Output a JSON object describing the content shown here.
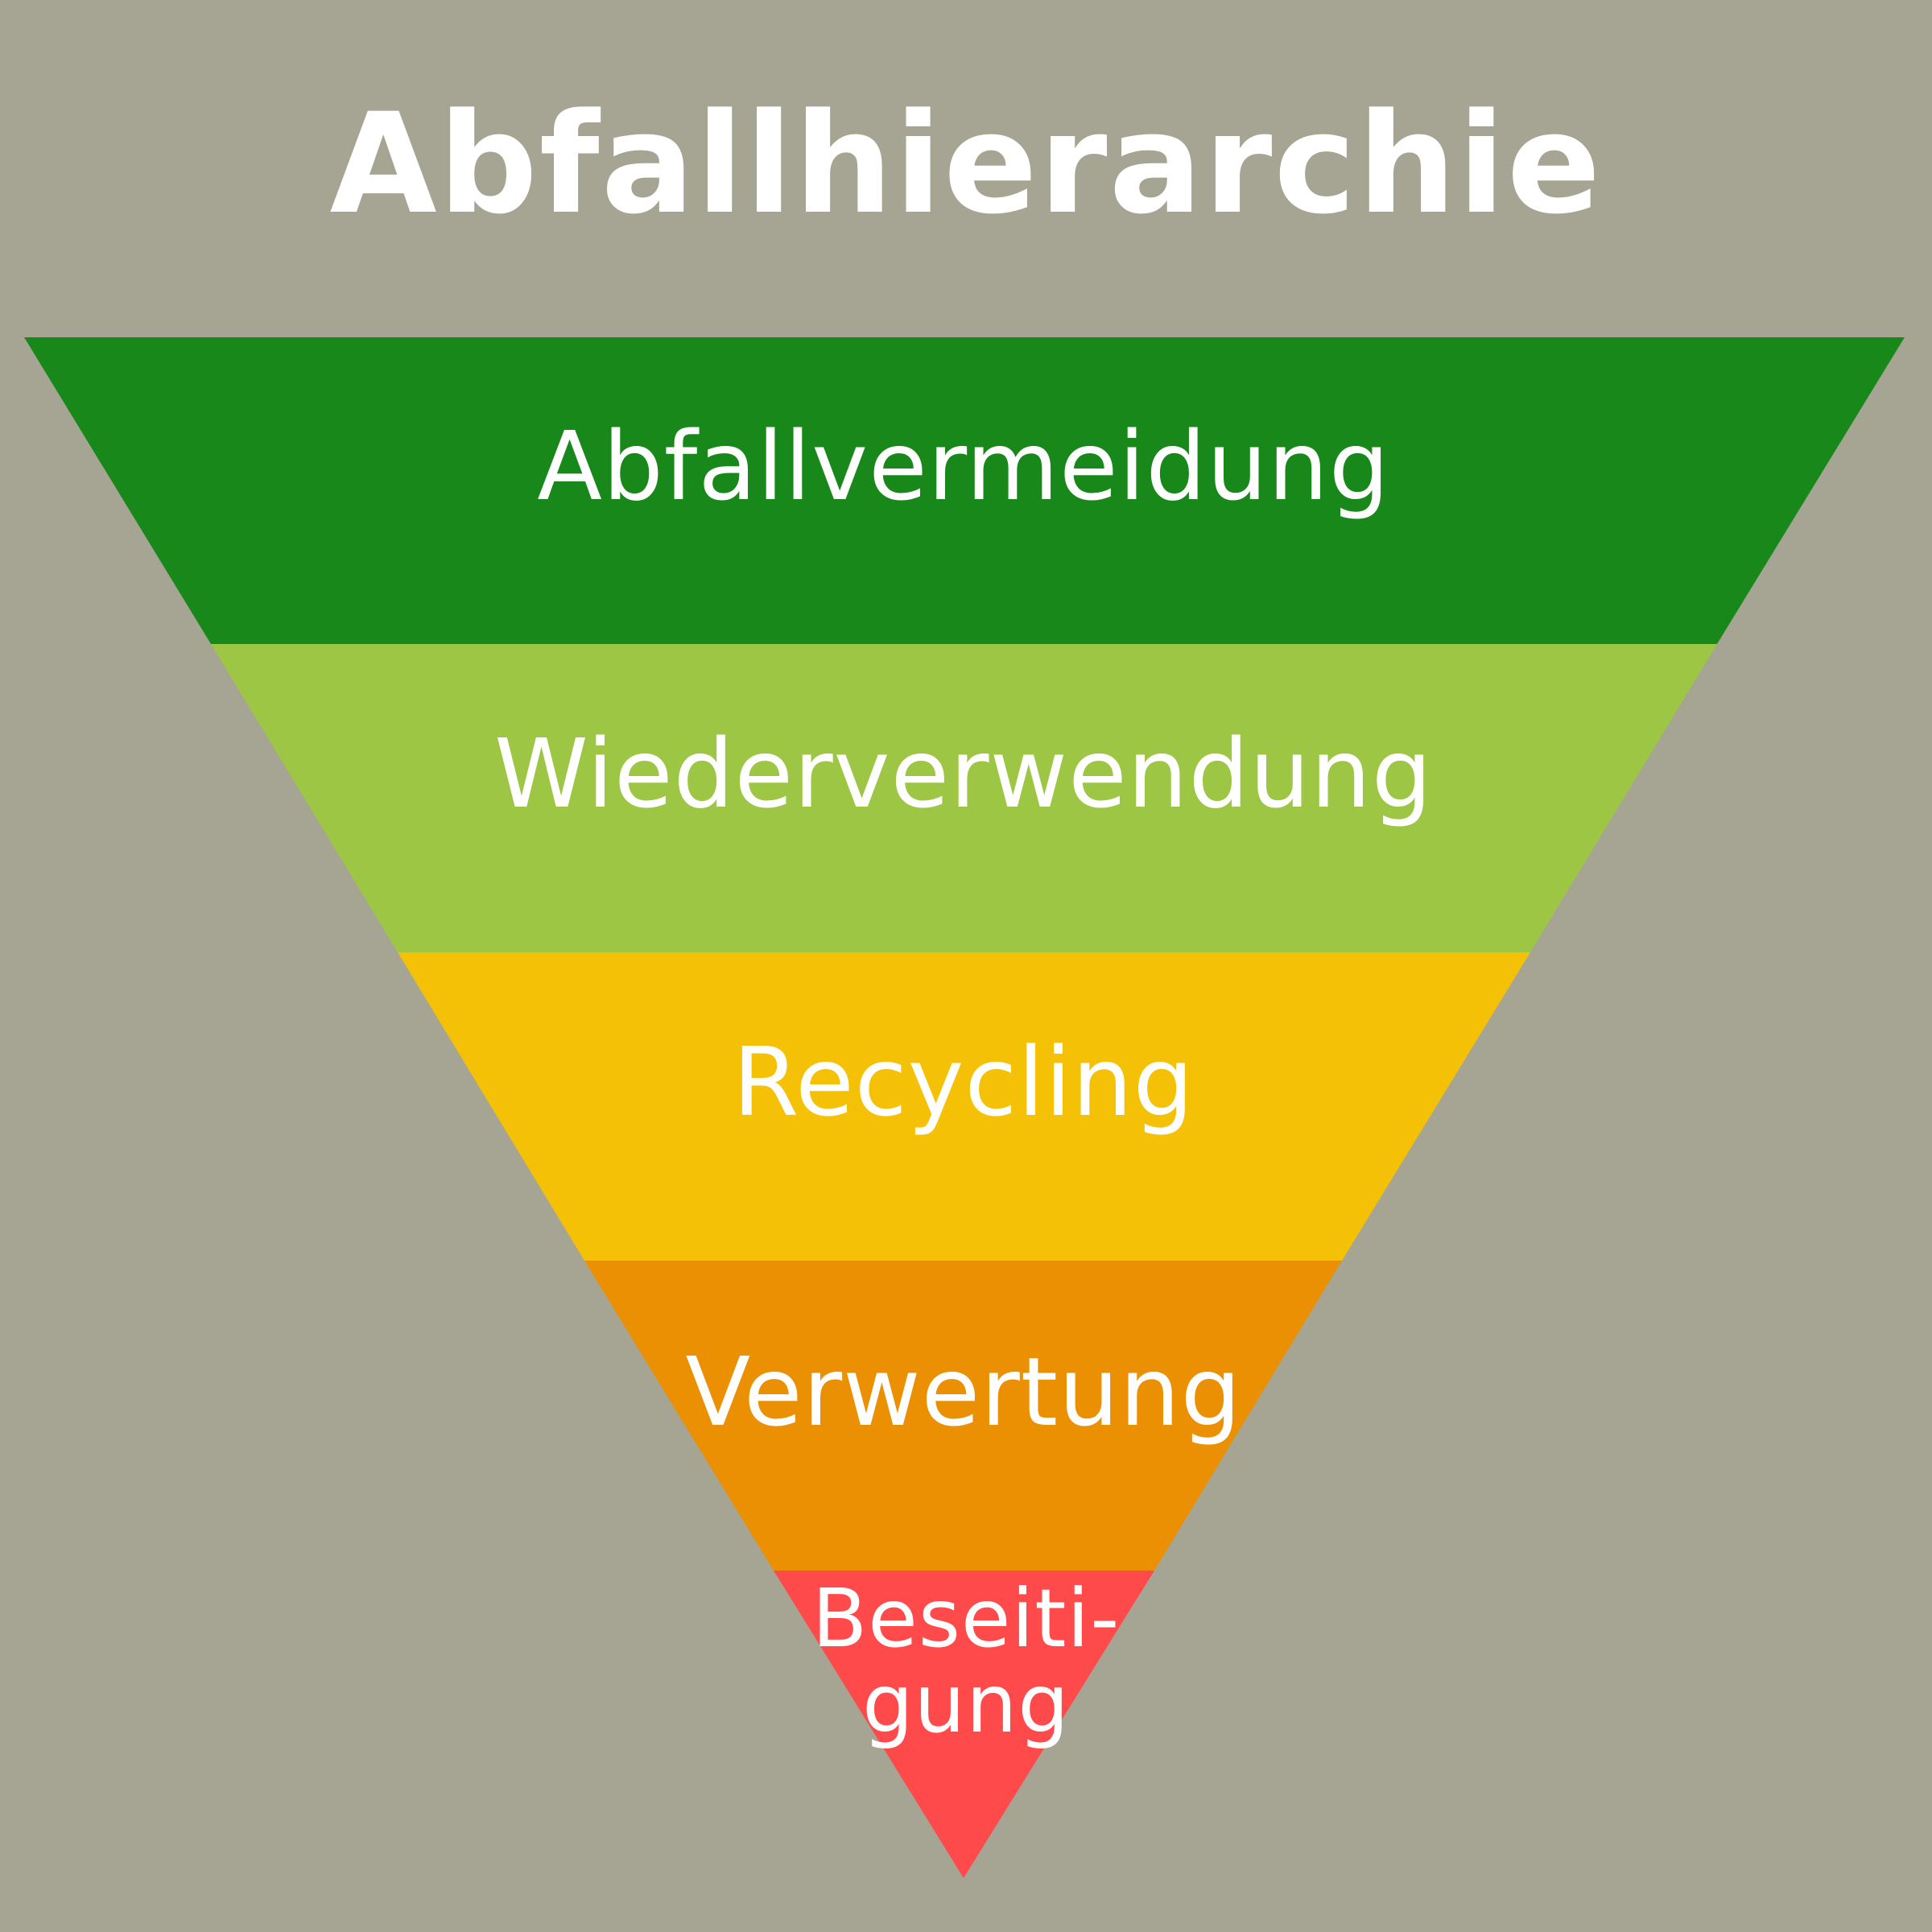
{
  "title": "Abfallhierarchie",
  "background_color": "#a6a593",
  "text_color": "#ffffff",
  "levels": [
    {
      "label": "Abfallvermeidung",
      "color": "#19881a"
    },
    {
      "label": "Wiederverwendung",
      "color": "#9dc645"
    },
    {
      "label": "Recycling",
      "color": "#f5c106"
    },
    {
      "label": "Verwertung",
      "color": "#ea9002"
    },
    {
      "label": "Beseiti-\ngung",
      "line1": "Beseiti-",
      "line2": "gung",
      "color": "#ff4a4b"
    }
  ]
}
